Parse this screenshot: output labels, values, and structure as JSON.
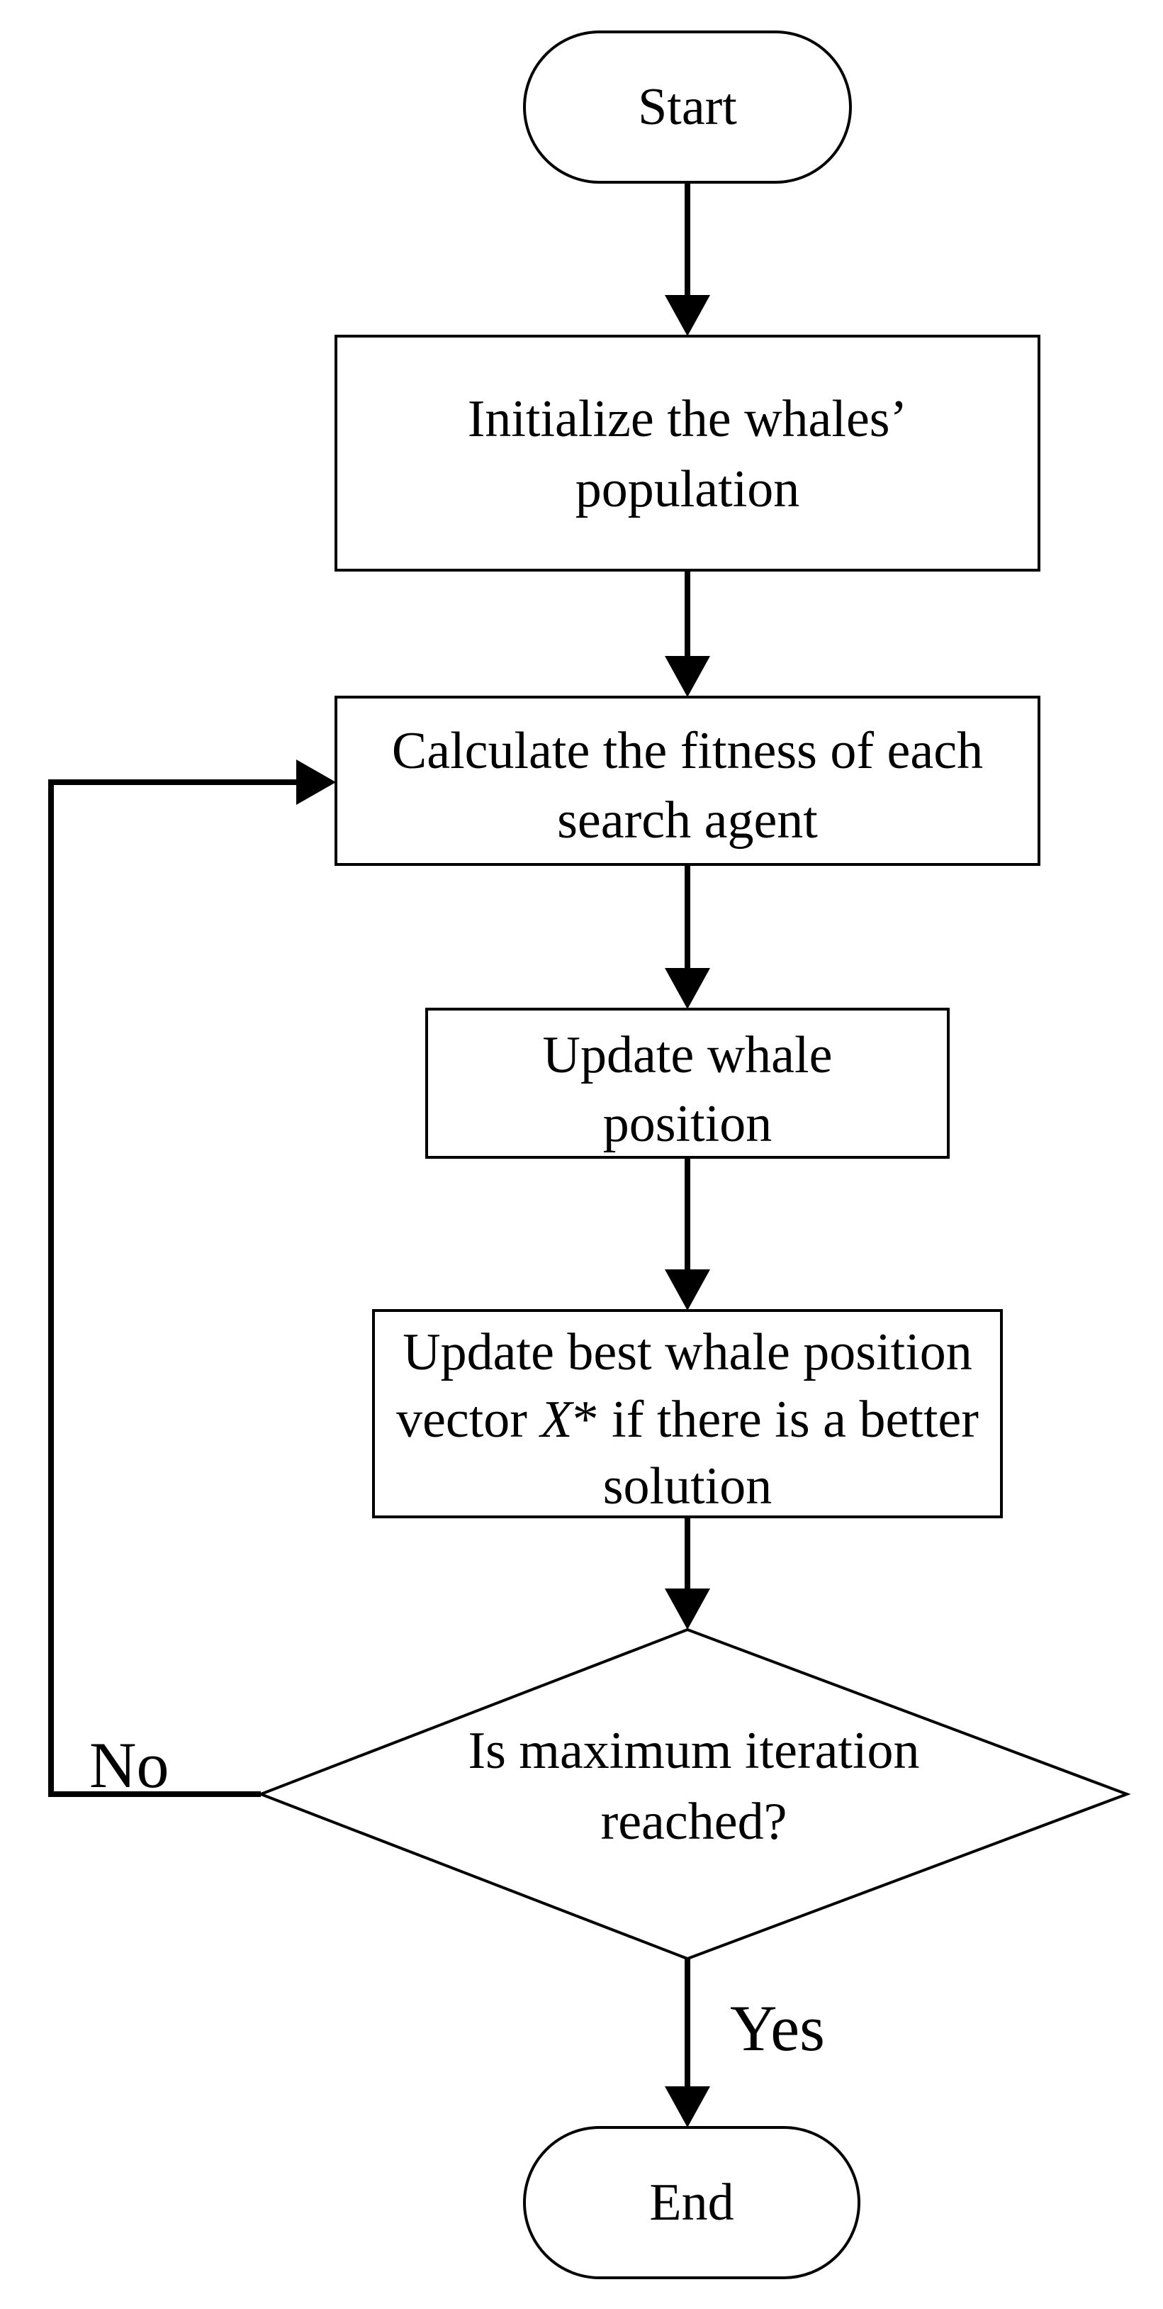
{
  "flowchart": {
    "start": {
      "label": "Start"
    },
    "initialize": {
      "lines": [
        "Initialize the whales’",
        "population"
      ]
    },
    "fitness": {
      "lines": [
        "Calculate the fitness of each",
        "search agent"
      ]
    },
    "update_position": {
      "lines": [
        "Update whale",
        "position"
      ]
    },
    "update_best": {
      "line1": "Update best whale position",
      "line2_before": "vector ",
      "line2_var": "X",
      "line2_after": "* if there is a better",
      "line3": "solution"
    },
    "decision": {
      "lines": [
        "Is maximum iteration",
        "reached?"
      ]
    },
    "no_label": "No",
    "yes_label": "Yes",
    "end": {
      "label": "End"
    }
  }
}
